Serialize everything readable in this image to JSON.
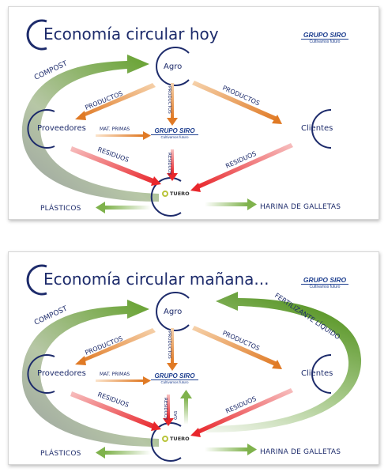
{
  "slides": [
    {
      "title": "Economía circular hoy",
      "logo": {
        "main": "GRUPO SIRO",
        "sub": "Cultivamos futuro"
      },
      "nodes": {
        "agro": "Agro",
        "proveedores": "Proveedores",
        "clientes": "Clientes",
        "tuero": "TUERO"
      },
      "center_logo": {
        "main": "GRUPO SIRO",
        "sub": "Cultivamos futuro"
      },
      "edge_labels": {
        "compost": "COMPOST",
        "productos_left": "PRODUCTOS",
        "productos_vertical": "PRODUCTOS",
        "productos_right": "PRODUCTOS",
        "mat_primas": "MAT. PRIMAS",
        "residuos_left": "RESIDUOS",
        "residuos_vertical": "RESIDUOS",
        "residuos_right": "RESIDUOS"
      },
      "bottom": {
        "plasticos": "PLÁSTICOS",
        "harina": "HARINA DE GALLETAS"
      }
    },
    {
      "title": "Economía circular mañana...",
      "logo": {
        "main": "GRUPO SIRO",
        "sub": "Cultivamos futuro"
      },
      "nodes": {
        "agro": "Agro",
        "proveedores": "Proveedores",
        "clientes": "Clientes",
        "tuero": "TUERO"
      },
      "center_logo": {
        "main": "GRUPO SIRO",
        "sub": "Cultivamos futuro"
      },
      "edge_labels": {
        "compost": "COMPOST",
        "fertilizante": "FERTILIZANTE LÍQUIDO",
        "productos_left": "PRODUCTOS",
        "productos_vertical": "PRODUCTOS",
        "productos_right": "PRODUCTOS",
        "mat_primas": "MAT. PRIMAS",
        "residuos_left": "RESIDUOS",
        "residuos_vertical": "RESIDUOS",
        "residuos_right": "RESIDUOS",
        "gas": "GAS"
      },
      "bottom": {
        "plasticos": "PLÁSTICOS",
        "harina": "HARINA DE GALLETAS"
      }
    }
  ],
  "colors": {
    "navy": "#1d2b6b",
    "orange": "#e07a25",
    "red": "#e8262b",
    "green": "#74a83f",
    "grey": "#9a9a9a"
  }
}
